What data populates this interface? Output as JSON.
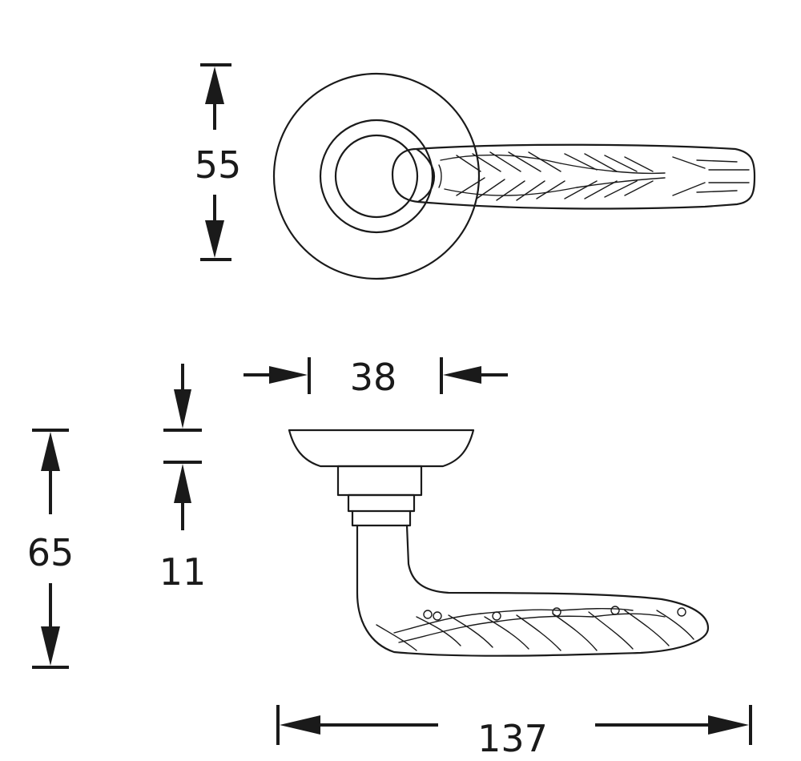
{
  "dimensions": {
    "rose_diameter_top": "55",
    "rose_diameter_side": "38",
    "rose_thickness": "11",
    "projection": "65",
    "lever_length": "137"
  }
}
